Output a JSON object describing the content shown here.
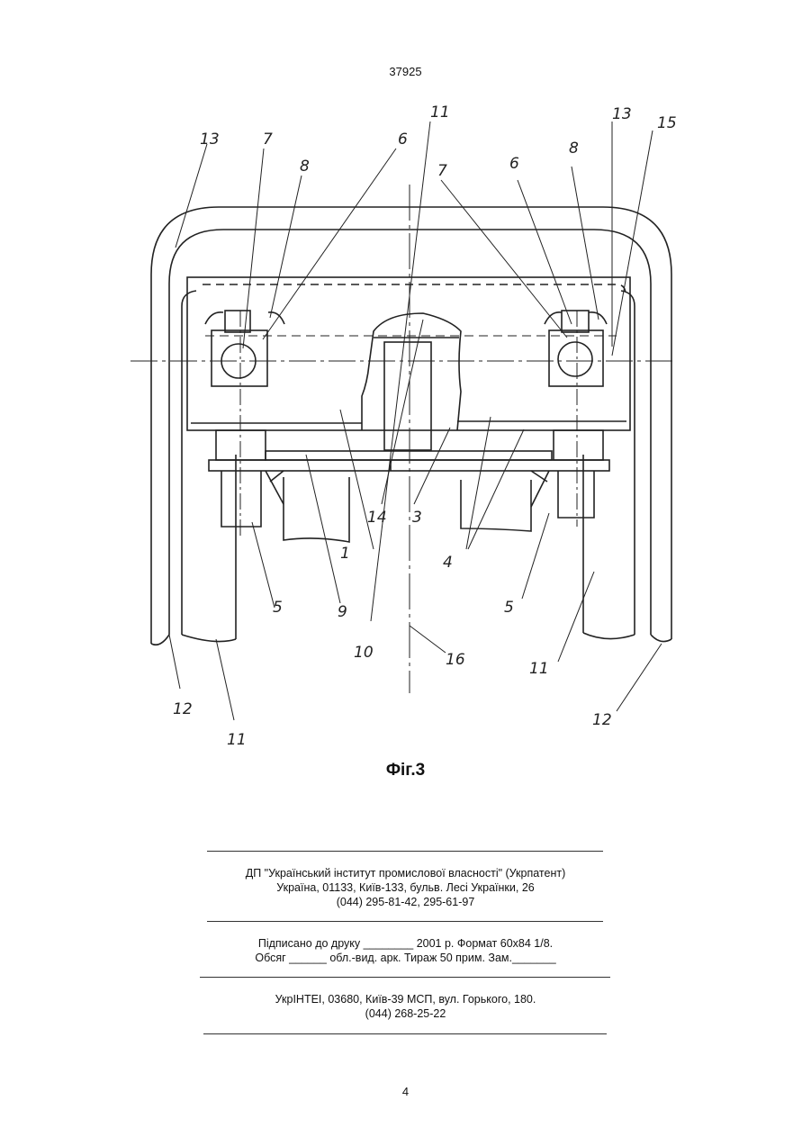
{
  "header": {
    "doc_number": "37925"
  },
  "figure": {
    "caption": "Фіг.3",
    "labels": {
      "l1": "1",
      "l3": "3",
      "l4": "4",
      "l5a": "5",
      "l5b": "5",
      "l6a": "6",
      "l6b": "6",
      "l7a": "7",
      "l7b": "7",
      "l8a": "8",
      "l8b": "8",
      "l9": "9",
      "l10": "10",
      "l11a": "11",
      "l11b": "11",
      "l11c": "11",
      "l12a": "12",
      "l12b": "12",
      "l13a": "13",
      "l13b": "13",
      "l14": "14",
      "l15": "15",
      "l16": "16"
    }
  },
  "imprint": {
    "org_line1": "ДП \"Український інститут промислової власності\" (Укрпатент)",
    "org_line2": "Україна, 01133, Київ-133, бульв. Лесі Українки, 26",
    "org_line3": "(044) 295-81-42, 295-61-97",
    "print_line1": "Підписано до друку ________ 2001 р.    Формат 60х84 1/8.",
    "print_line2": "Обсяг ______ обл.-вид. арк.   Тираж 50 прим.    Зам._______",
    "press_line1": "УкрІНТЕІ, 03680, Київ-39 МСП, вул. Горького, 180.",
    "press_line2": "(044) 268-25-22"
  },
  "footer": {
    "page_number": "4"
  }
}
